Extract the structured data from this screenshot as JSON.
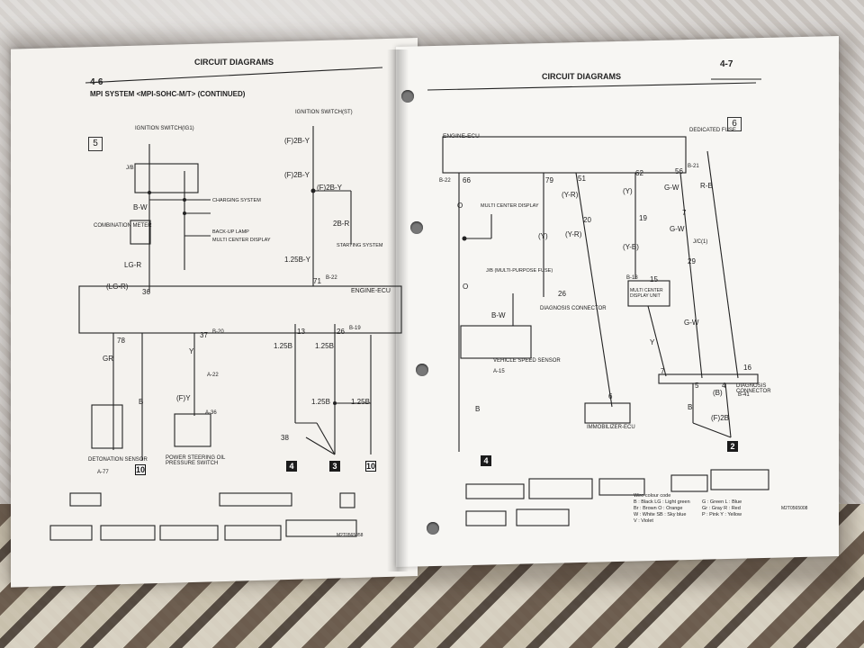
{
  "left_page": {
    "page_number": "4-6",
    "header": "CIRCUIT DIAGRAMS",
    "subtitle": "MPI SYSTEM <MPI-SOHC-M/T> (CONTINUED)",
    "diagram_number": "5",
    "labels": {
      "ignition_switch_ig1": "IGNITION SWITCH(IG1)",
      "ignition_switch_st": "IGNITION SWITCH(ST)",
      "combination_meter": "COMBINATION METER",
      "charging_system": "CHARGING SYSTEM",
      "back_up_lamp": "BACK-UP LAMP",
      "multi_center_display": "MULTI CENTER DISPLAY",
      "starting_system": "STARTING SYSTEM",
      "engine_ecu": "ENGINE-ECU",
      "detonation_sensor": "DETONATION SENSOR",
      "power_steering_switch": "POWER STEERING OIL PRESSURE SWITCH",
      "jb": "J/B",
      "wire_f_2b_y_1": "(F)2B-Y",
      "wire_f_2b_y_2": "(F)2B-Y",
      "wire_f_2b_y_3": "(F)2B-Y",
      "wire_2b_r": "2B-R",
      "wire_125b_y": "1.25B-Y",
      "wire_lg_r_1": "LG-R",
      "wire_lg_r_2": "(LG-R)",
      "wire_b_w": "B-W",
      "wire_125b_1": "1.25B",
      "wire_125b_2": "1.25B",
      "wire_125b_3": "1.25B",
      "wire_125b_4": "1.25B",
      "wire_f_y": "(F)Y",
      "wire_y": "Y",
      "wire_gr": "GR",
      "wire_b": "B",
      "pin_71": "71",
      "pin_36": "36",
      "pin_78": "78",
      "pin_37": "37",
      "pin_13": "13",
      "pin_26": "26",
      "pin_38": "38",
      "conn_b22": "B-22",
      "conn_b20": "B-20",
      "conn_b19": "B-19",
      "conn_a22": "A-22",
      "conn_a36": "A-36",
      "conn_a77": "A-77",
      "gnd_4": "4",
      "gnd_3": "3",
      "gnd_10a": "10",
      "gnd_10b": "10",
      "footer_code": "M2T0565058"
    }
  },
  "right_page": {
    "page_number": "4-7",
    "header": "CIRCUIT DIAGRAMS",
    "diagram_number": "6",
    "labels": {
      "engine_ecu": "ENGINE-ECU",
      "dedicated_fuse": "DEDICATED FUSE",
      "multi_center_display": "MULTI CENTER DISPLAY",
      "jb_mpf": "J/B (MULTI-PURPOSE FUSE)",
      "diagnosis_connector_1": "DIAGNOSIS CONNECTOR",
      "diagnosis_connector_2": "DIAGNOSIS CONNECTOR",
      "vehicle_speed_sensor": "VEHICLE SPEED SENSOR",
      "immobilizer_ecu": "IMMOBILIZER-ECU",
      "multi_center_display_unit": "MULTI CENTER DISPLAY UNIT",
      "jc1": "J/C(1)",
      "wire_y_r_1": "(Y-R)",
      "wire_y_r_2": "(Y-R)",
      "wire_y_b": "(Y-B)",
      "wire_y_1": "(Y)",
      "wire_y_2": "(Y)",
      "wire_y_3": "Y",
      "wire_g_w_1": "G-W",
      "wire_g_w_2": "G-W",
      "wire_g_w_3": "G-W",
      "wire_r_b": "R-B",
      "wire_b_w": "B-W",
      "wire_o_1": "O",
      "wire_o_2": "O",
      "wire_f_2b": "(F)2B",
      "wire_b_1": "B",
      "wire_b_2": "B",
      "wire_b_3": "(B)",
      "pin_66": "66",
      "pin_79": "79",
      "pin_51": "51",
      "pin_62": "62",
      "pin_56": "56",
      "pin_26": "26",
      "pin_20": "20",
      "pin_19": "19",
      "pin_29": "29",
      "pin_15": "15",
      "pin_16": "16",
      "pin_7a": "7",
      "pin_7b": "7",
      "pin_5": "5",
      "pin_4": "4",
      "pin_6": "6",
      "conn_b22": "B-22",
      "conn_b21": "B-21",
      "conn_b18": "B-18",
      "conn_b41": "B-41",
      "conn_a15": "A-15",
      "gnd_4": "4",
      "gnd_2": "2",
      "legend_title": "Wire colour code",
      "legend_1": "B : Black   LG : Light green",
      "legend_2": "Br : Brown   O : Orange",
      "legend_3": "W : White   SB : Sky blue",
      "legend_4": "V : Violet",
      "legend_5": "G : Green   L : Blue",
      "legend_6": "Gr : Gray   R : Red",
      "legend_7": "P : Pink   Y : Yellow",
      "footer_code": "M2T0565008"
    }
  },
  "colors": {
    "ink": "#222222",
    "paper_left": "#f4f2ee",
    "paper_right": "#f7f6f3",
    "background_carpet": "#cfcac6"
  }
}
